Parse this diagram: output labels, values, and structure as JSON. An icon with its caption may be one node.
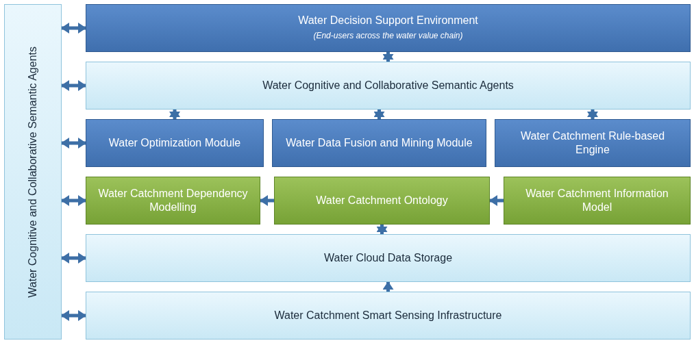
{
  "diagram": {
    "nodes": [
      {
        "text": [
          "Water Cognitive and Collaborative Semantic Agents"
        ]
      },
      {
        "text": [
          "Water Decision Support Environment",
          "(End-users across the water value chain)"
        ]
      },
      {
        "text": [
          "Water Cognitive and Collaborative Semantic Agents"
        ]
      },
      {
        "text": [
          "Water Optimization Module"
        ]
      },
      {
        "text": [
          "Water Data Fusion and Mining Module"
        ]
      },
      {
        "text": [
          "Water Catchment Rule-based Engine"
        ]
      },
      {
        "text": [
          "Water Catchment Dependency Modelling"
        ]
      },
      {
        "text": [
          "Water Catchment Ontology"
        ]
      },
      {
        "text": [
          "Water Catchment Information Model"
        ]
      },
      {
        "text": [
          "Water Cloud Data Storage"
        ]
      },
      {
        "text": [
          "Water Catchment Smart Sensing Infrastructure"
        ]
      }
    ],
    "edges": [
      {
        "from": 0,
        "to": 1,
        "arrow": "both"
      },
      {
        "from": 0,
        "to": 2,
        "arrow": "both"
      },
      {
        "from": 0,
        "to": 3,
        "arrow": "both"
      },
      {
        "from": 0,
        "to": 6,
        "arrow": "both"
      },
      {
        "from": 0,
        "to": 9,
        "arrow": "both"
      },
      {
        "from": 0,
        "to": 10,
        "arrow": "both"
      },
      {
        "from": 1,
        "to": 2,
        "arrow": "both"
      },
      {
        "from": 2,
        "to": 3,
        "arrow": "both"
      },
      {
        "from": 2,
        "to": 4,
        "arrow": "both"
      },
      {
        "from": 2,
        "to": 5,
        "arrow": "both"
      },
      {
        "from": 7,
        "to": 6,
        "arrow": "to"
      },
      {
        "from": 8,
        "to": 7,
        "arrow": "to"
      },
      {
        "from": 7,
        "to": 9,
        "arrow": "both"
      },
      {
        "from": 10,
        "to": 9,
        "arrow": "to"
      }
    ]
  }
}
